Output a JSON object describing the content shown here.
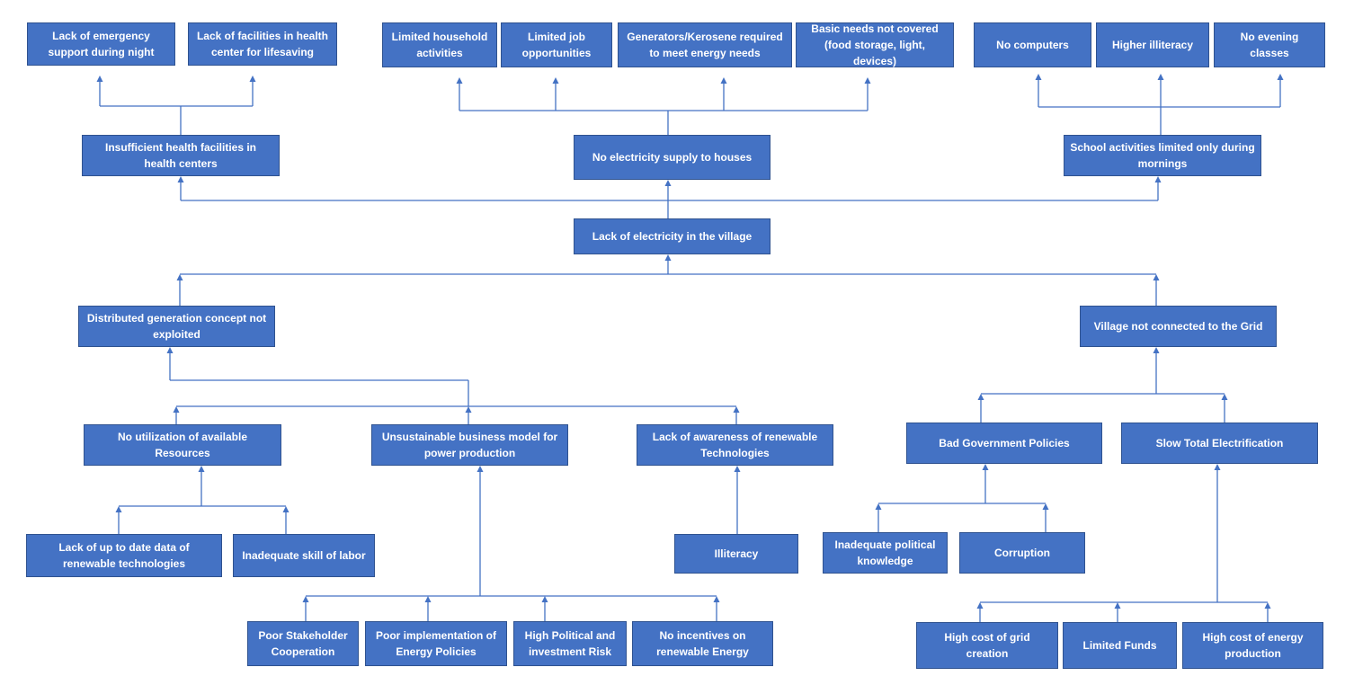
{
  "diagram": {
    "nodes": [
      {
        "id": "emergency_night",
        "text": "Lack of emergency support during night"
      },
      {
        "id": "lifesaving_facilities",
        "text": "Lack of facilities in health center for lifesaving"
      },
      {
        "id": "household_activities",
        "text": "Limited household activities"
      },
      {
        "id": "job_opportunities",
        "text": "Limited job opportunities"
      },
      {
        "id": "generators_kerosene",
        "text": "Generators/Kerosene required to meet energy needs"
      },
      {
        "id": "basic_needs",
        "text": "Basic needs not covered (food storage, light, devices)"
      },
      {
        "id": "no_computers",
        "text": "No computers"
      },
      {
        "id": "higher_illiteracy",
        "text": "Higher illiteracy"
      },
      {
        "id": "no_evening_classes",
        "text": "No evening classes"
      },
      {
        "id": "insufficient_health",
        "text": "Insufficient health facilities in health centers"
      },
      {
        "id": "no_electricity_houses",
        "text": "No electricity supply to houses"
      },
      {
        "id": "school_mornings",
        "text": "School activities limited only during mornings"
      },
      {
        "id": "lack_electricity_village",
        "text": "Lack of electricity in the village"
      },
      {
        "id": "distributed_generation",
        "text": "Distributed generation concept not exploited"
      },
      {
        "id": "not_connected_grid",
        "text": "Village not connected to the Grid"
      },
      {
        "id": "no_utilization_resources",
        "text": "No utilization of available Resources"
      },
      {
        "id": "unsustainable_business",
        "text": "Unsustainable business model for power production"
      },
      {
        "id": "lack_awareness",
        "text": "Lack of awareness of renewable Technologies"
      },
      {
        "id": "bad_government",
        "text": "Bad Government Policies"
      },
      {
        "id": "slow_electrification",
        "text": "Slow Total Electrification"
      },
      {
        "id": "lack_data",
        "text": "Lack of up to date data of renewable technologies"
      },
      {
        "id": "inadequate_skill",
        "text": "Inadequate skill of labor"
      },
      {
        "id": "illiteracy",
        "text": "Illiteracy"
      },
      {
        "id": "political_knowledge",
        "text": "Inadequate political knowledge"
      },
      {
        "id": "corruption",
        "text": "Corruption"
      },
      {
        "id": "stakeholder_cooperation",
        "text": "Poor Stakeholder Cooperation"
      },
      {
        "id": "poor_implementation",
        "text": "Poor implementation of Energy Policies"
      },
      {
        "id": "political_risk",
        "text": "High Political and investment Risk"
      },
      {
        "id": "no_incentives",
        "text": "No incentives on renewable Energy"
      },
      {
        "id": "grid_creation_cost",
        "text": "High cost of grid creation"
      },
      {
        "id": "limited_funds",
        "text": "Limited Funds"
      },
      {
        "id": "energy_production_cost",
        "text": "High cost of energy production"
      }
    ],
    "colors": {
      "box_fill": "#4472c4",
      "box_border": "#2f528f",
      "text": "#ffffff",
      "connector": "#4472c4"
    }
  }
}
